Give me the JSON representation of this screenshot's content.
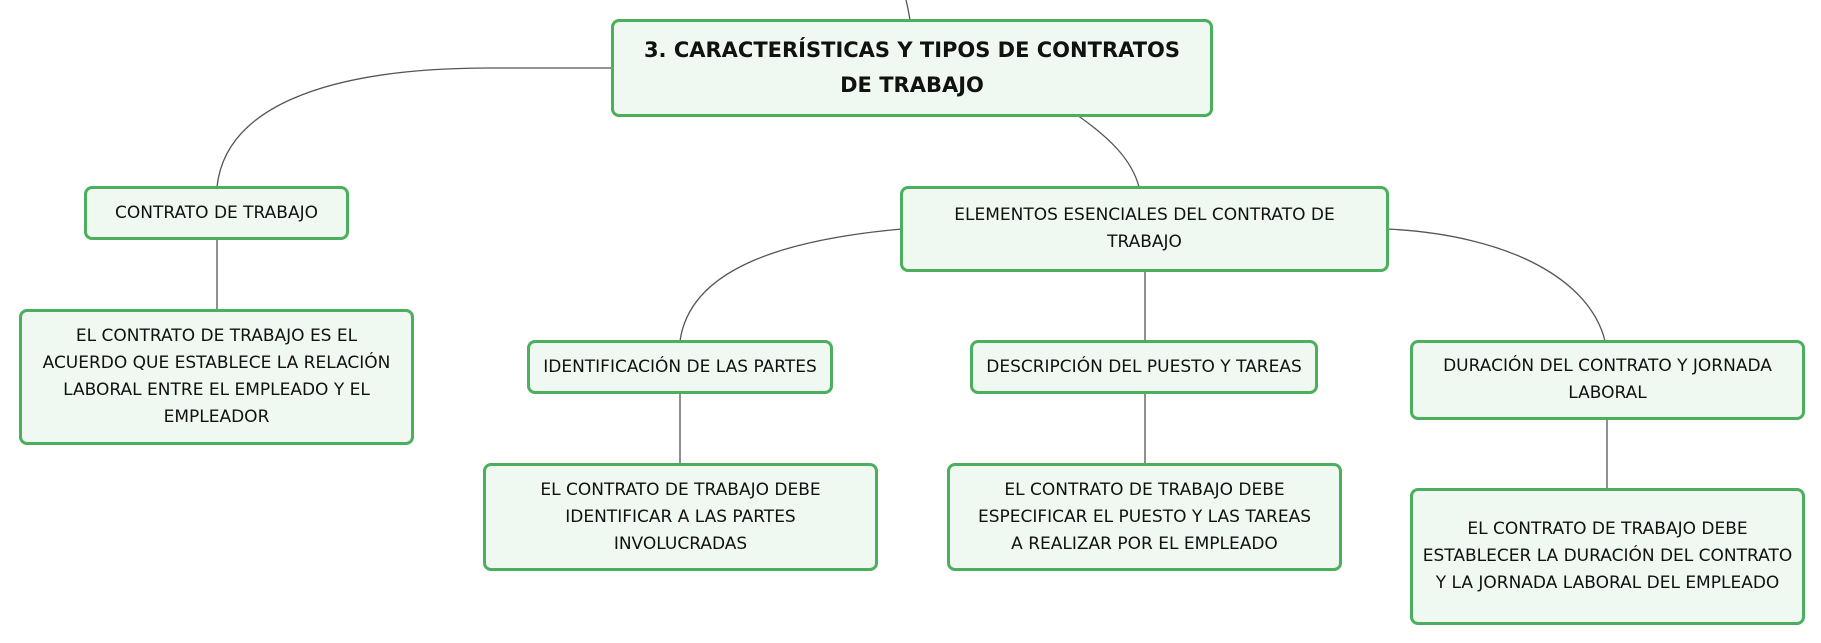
{
  "colors": {
    "node_border": "#4caf5e",
    "node_fill": "#eff8f1",
    "connector": "#555555",
    "text": "#111111"
  },
  "nodes": {
    "root": "3. CARACTERÍSTICAS Y TIPOS DE CONTRATOS DE TRABAJO",
    "contrato": "CONTRATO DE TRABAJO",
    "contrato_def": "EL CONTRATO DE TRABAJO ES EL ACUERDO QUE ESTABLECE LA RELACIÓN LABORAL ENTRE EL EMPLEADO Y EL EMPLEADOR",
    "elementos": "ELEMENTOS ESENCIALES DEL CONTRATO DE TRABAJO",
    "identificacion": "IDENTIFICACIÓN DE LAS PARTES",
    "identificacion_def": "EL CONTRATO DE TRABAJO DEBE IDENTIFICAR A LAS PARTES INVOLUCRADAS",
    "descripcion": "DESCRIPCIÓN DEL PUESTO Y TAREAS",
    "descripcion_def": "EL CONTRATO DE TRABAJO DEBE ESPECIFICAR EL PUESTO Y LAS TAREAS A REALIZAR POR EL EMPLEADO",
    "duracion": "DURACIÓN DEL CONTRATO Y JORNADA LABORAL",
    "duracion_def": "EL CONTRATO DE TRABAJO DEBE ESTABLECER LA DURACIÓN DEL CONTRATO Y LA JORNADA LABORAL DEL EMPLEADO"
  }
}
